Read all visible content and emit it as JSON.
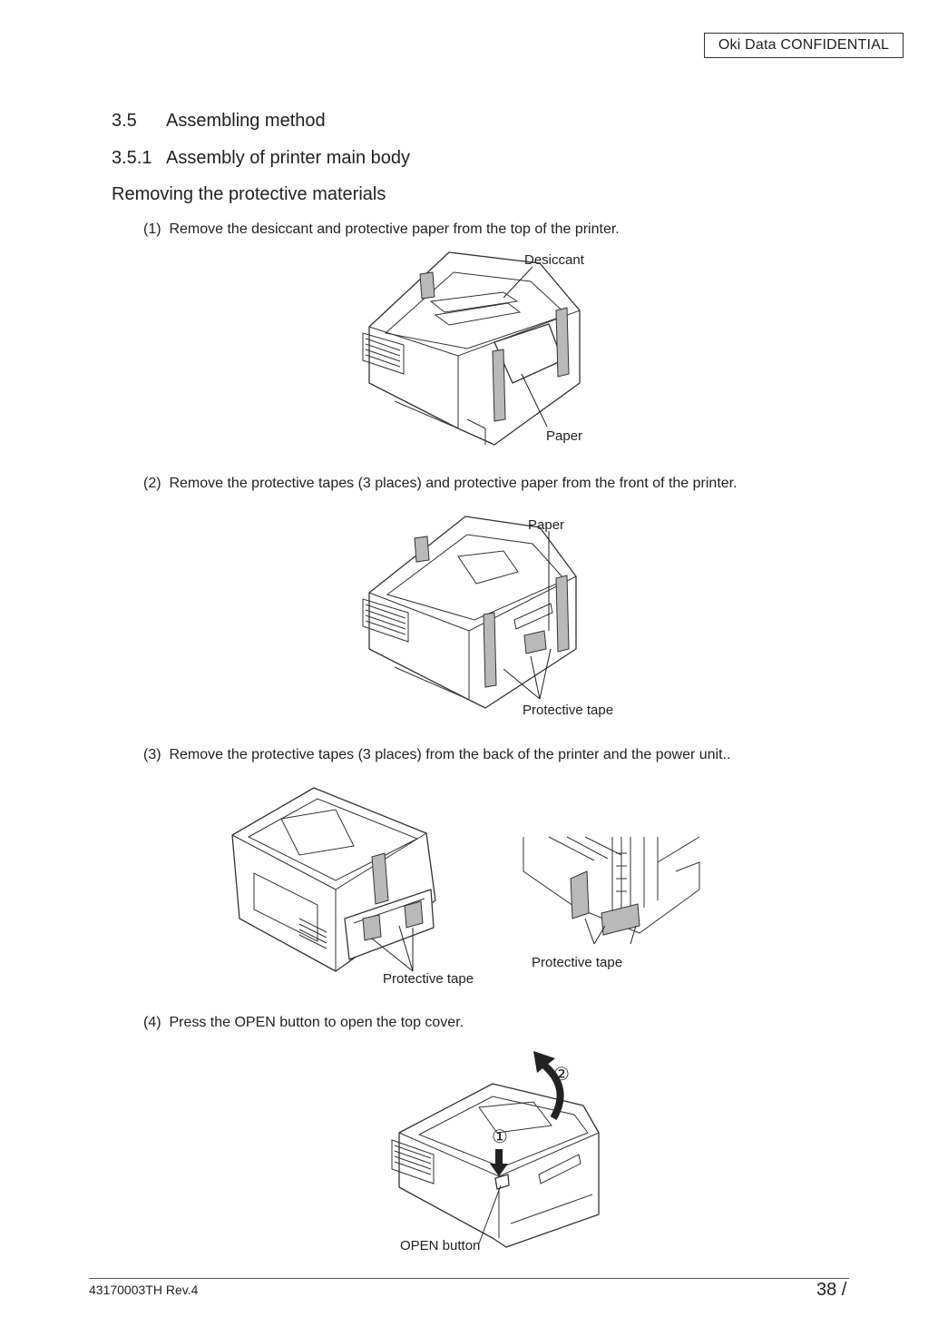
{
  "header": {
    "confidential_label": "Oki  Data  CONFIDENTIAL"
  },
  "section": {
    "number": "3.5",
    "title": "Assembling method"
  },
  "subsection": {
    "number": "3.5.1",
    "title": "Assembly of printer main body"
  },
  "topic_heading": "Removing the protective materials",
  "steps": [
    {
      "marker": "(1)",
      "text": "Remove the desiccant and protective paper from the top of the printer.",
      "labels": {
        "desiccant": "Desiccant",
        "paper": "Paper"
      }
    },
    {
      "marker": "(2)",
      "text": "Remove the protective tapes (3 places) and protective paper from the front of the printer.",
      "labels": {
        "paper": "Paper",
        "tape": "Protective tape"
      }
    },
    {
      "marker": "(3)",
      "text": "Remove the protective tapes (3 places) from the back of the printer and the power unit..",
      "labels": {
        "tape_left": "Protective tape",
        "tape_right": "Protective tape"
      }
    },
    {
      "marker": "(4)",
      "text": "Press the OPEN button to open the top cover.",
      "labels": {
        "open_button": "OPEN button",
        "circled_1": "①",
        "circled_2": "②"
      }
    }
  ],
  "footer": {
    "doc_id": "43170003TH  Rev.4",
    "page": "38 /"
  }
}
